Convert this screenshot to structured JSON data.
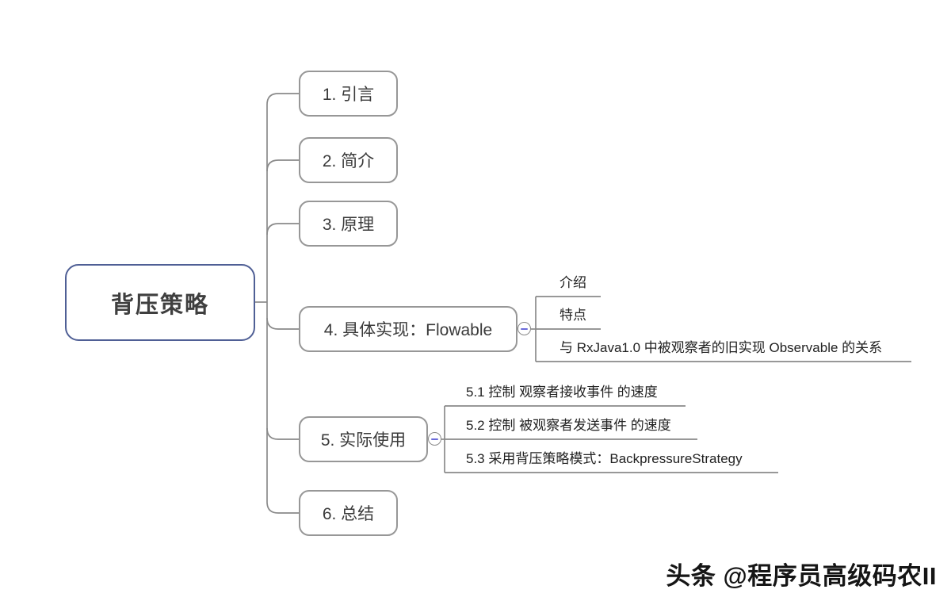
{
  "root": {
    "label": "背压策略"
  },
  "branches": [
    {
      "label": "1. 引言",
      "children": []
    },
    {
      "label": "2. 简介",
      "children": []
    },
    {
      "label": "3. 原理",
      "children": []
    },
    {
      "label": "4. 具体实现：Flowable",
      "collapse_icon": "minus",
      "children": [
        "介绍",
        "特点",
        "与 RxJava1.0 中被观察者的旧实现 Observable 的关系"
      ]
    },
    {
      "label": "5. 实际使用",
      "collapse_icon": "minus",
      "children": [
        "5.1 控制 观察者接收事件 的速度",
        "5.2 控制 被观察者发送事件 的速度",
        "5.3 采用背压策略模式：BackpressureStrategy"
      ]
    },
    {
      "label": "6. 总结",
      "children": []
    }
  ],
  "watermark": "头条 @程序员高级码农II",
  "colors": {
    "background": "#ffffff",
    "root_border": "#4f5f95",
    "box_border": "#979797",
    "line": "#8a8a8a",
    "text": "#3a3a3a",
    "child_text": "#222222",
    "minus": "#6b6bd9",
    "watermark": "#151515"
  }
}
